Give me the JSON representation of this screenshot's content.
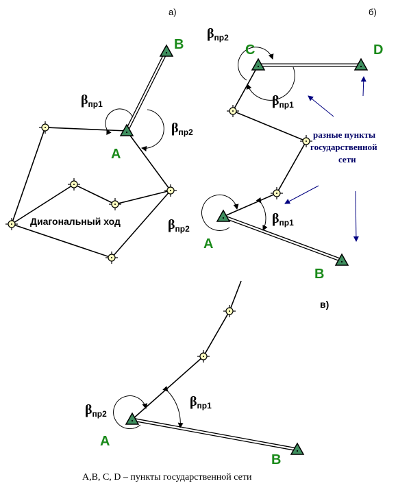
{
  "panels": {
    "a": "а)",
    "b": "б)",
    "v": "в)"
  },
  "points": {
    "A": "A",
    "B": "B",
    "C": "C",
    "D": "D"
  },
  "beta": {
    "symbol": "β",
    "pr1": "пр1",
    "pr2": "пр2"
  },
  "diagonal_label": "Диагональный  ход",
  "note": {
    "line1": "разные пункты",
    "line2": "государственной",
    "line3": "сети"
  },
  "caption": "A,B, C, D – пункты  государственной сети",
  "colors": {
    "point_label": "#1a8a1a",
    "triangle_fill": "#3f8f5f",
    "station_fill": "#ffffc0",
    "note_text": "#000066"
  }
}
